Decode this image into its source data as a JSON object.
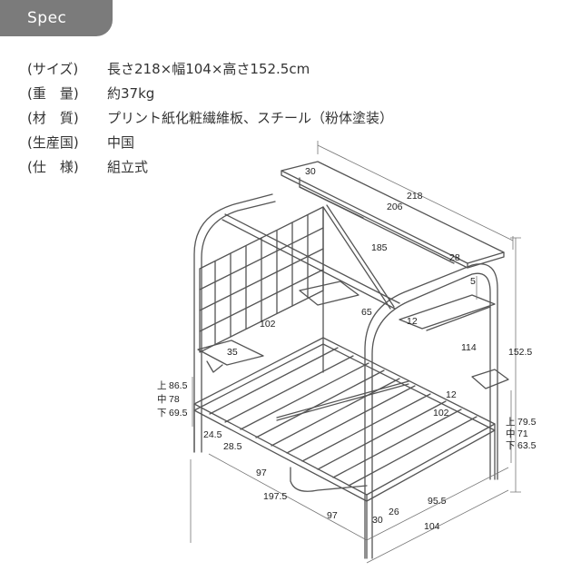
{
  "header": {
    "tab_label": "Spec"
  },
  "specs": [
    {
      "key": "(サイズ)",
      "value": "長さ218×幅104×高さ152.5cm"
    },
    {
      "key": "(重　量)",
      "value": "約37kg"
    },
    {
      "key": "(材　質)",
      "value": "プリント紙化粧繊維板、スチール（粉体塗装）"
    },
    {
      "key": "(生産国)",
      "value": "中国"
    },
    {
      "key": "(仕　様)",
      "value": "組立式"
    }
  ],
  "diagram": {
    "dims": {
      "d30_top": "30",
      "d218": "218",
      "d206": "206",
      "d185": "185",
      "d28": "28",
      "d5": "5",
      "d65": "65",
      "d12a": "12",
      "d102a": "102",
      "d114": "114",
      "d1525": "152.5",
      "d35": "35",
      "d12b": "12",
      "d102b": "102",
      "d245": "24.5",
      "d285": "28.5",
      "d97a": "97",
      "d1975": "197.5",
      "d97b": "97",
      "d30b": "30",
      "d26": "26",
      "d955": "95.5",
      "d104": "104"
    },
    "left_heights": [
      {
        "label": "上",
        "value": "86.5"
      },
      {
        "label": "中",
        "value": "78"
      },
      {
        "label": "下",
        "value": "69.5"
      }
    ],
    "right_heights": [
      {
        "label": "上",
        "value": "79.5"
      },
      {
        "label": "中",
        "value": "71"
      },
      {
        "label": "下",
        "value": "63.5"
      }
    ]
  }
}
